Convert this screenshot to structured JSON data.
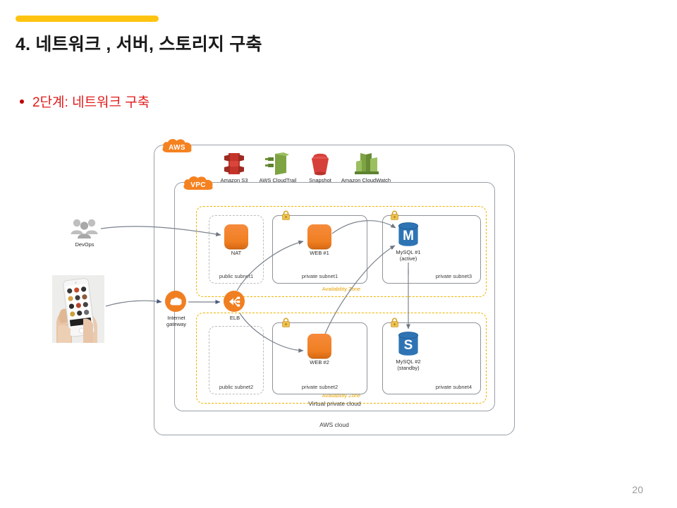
{
  "slide": {
    "title": "4. 네트워크 , 서버, 스토리지 구축",
    "bullet": "2단계: 네트워크 구축",
    "page_number": "20",
    "accent_color": "#FFC412",
    "bullet_color": "#E01B1B",
    "title_color": "#1a1a1a"
  },
  "diagram": {
    "containers": {
      "aws_tag": "AWS",
      "vpc_tag": "VPC",
      "aws_cloud_label": "AWS cloud",
      "vpc_label": "Virtual private cloud",
      "az_top_label": "Availability Zone",
      "az_bottom_label": "Availability Zone"
    },
    "services": [
      {
        "name": "Amazon S3",
        "icon": "s3-bucket-icon",
        "color": "#C4342B"
      },
      {
        "name": "AWS CloudTrail",
        "icon": "cloudtrail-icon",
        "color": "#7DA343"
      },
      {
        "name": "Snapshot",
        "icon": "snapshot-bucket-icon",
        "color": "#D6403A"
      },
      {
        "name": "Amazon CloudWatch",
        "icon": "cloudwatch-icon",
        "color": "#7DA343"
      }
    ],
    "external": [
      {
        "name": "DevOps",
        "icon": "users-group-icon"
      },
      {
        "name": "",
        "icon": "smartphone-photo"
      }
    ],
    "gateway": {
      "label_line1": "Internet",
      "label_line2": "gateway",
      "icon": "internet-gateway-cloud-icon",
      "color": "#F07F22"
    },
    "elb": {
      "label": "ELB",
      "icon": "elastic-load-balancer-icon",
      "color": "#F07F22"
    },
    "subnets": [
      {
        "id": "public-subnet1",
        "label": "public subnet1",
        "type": "public"
      },
      {
        "id": "private-subnet1",
        "label": "private subnet1",
        "type": "private"
      },
      {
        "id": "private-subnet3",
        "label": "private subnet3",
        "type": "private"
      },
      {
        "id": "public-subnet2",
        "label": "public subnet2",
        "type": "public"
      },
      {
        "id": "private-subnet2",
        "label": "private subnet2",
        "type": "private"
      },
      {
        "id": "private-subnet4",
        "label": "private subnet4",
        "type": "private"
      }
    ],
    "nodes": [
      {
        "id": "nat",
        "label": "NAT",
        "label2": "",
        "kind": "compute",
        "color": "#F07F22"
      },
      {
        "id": "web1",
        "label": "WEB #1",
        "label2": "",
        "kind": "compute",
        "color": "#F07F22"
      },
      {
        "id": "mysql1",
        "label": "MySQL #1",
        "label2": "(active)",
        "kind": "database",
        "glyph": "M",
        "color": "#2E74B5"
      },
      {
        "id": "web2",
        "label": "WEB #2",
        "label2": "",
        "kind": "compute",
        "color": "#F07F22"
      },
      {
        "id": "mysql2",
        "label": "MySQL #2",
        "label2": "(standby)",
        "kind": "database",
        "glyph": "S",
        "color": "#2E74B5"
      }
    ],
    "padlock_count": 4,
    "padlock_color": "#E0A72C"
  }
}
